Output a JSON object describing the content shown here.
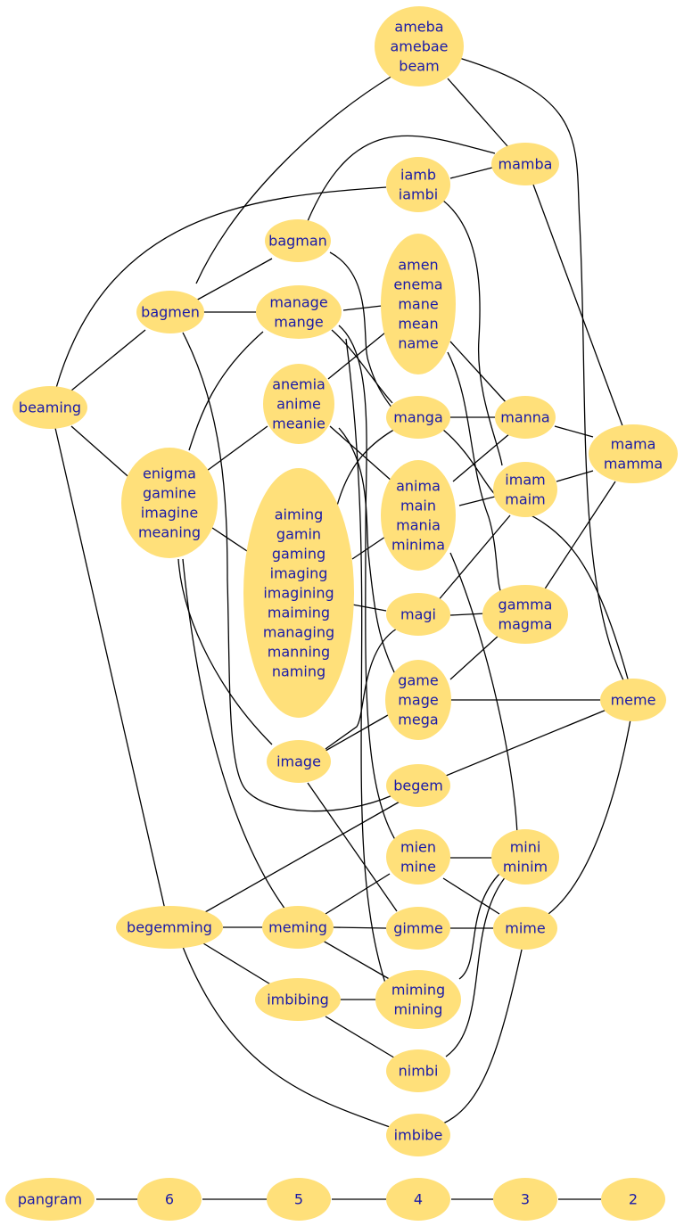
{
  "diagram": {
    "node_color": "#ffe07a",
    "text_color": "#1a1aa8",
    "edge_color": "#000000",
    "nodes": {
      "ameba": [
        "ameba",
        "amebae",
        "beam"
      ],
      "mamba": [
        "mamba"
      ],
      "iamb": [
        "iamb",
        "iambi"
      ],
      "bagman": [
        "bagman"
      ],
      "amen": [
        "amen",
        "enema",
        "mane",
        "mean",
        "name"
      ],
      "bagmen": [
        "bagmen"
      ],
      "manage": [
        "manage",
        "mange"
      ],
      "beaming": [
        "beaming"
      ],
      "anemia": [
        "anemia",
        "anime",
        "meanie"
      ],
      "manga": [
        "manga"
      ],
      "manna": [
        "manna"
      ],
      "mama": [
        "mama",
        "mamma"
      ],
      "enigma": [
        "enigma",
        "gamine",
        "imagine",
        "meaning"
      ],
      "aiming": [
        "aiming",
        "gamin",
        "gaming",
        "imaging",
        "imagining",
        "maiming",
        "managing",
        "manning",
        "naming"
      ],
      "anima": [
        "anima",
        "main",
        "mania",
        "minima"
      ],
      "imam": [
        "imam",
        "maim"
      ],
      "magi": [
        "magi"
      ],
      "gamma": [
        "gamma",
        "magma"
      ],
      "game": [
        "game",
        "mage",
        "mega"
      ],
      "meme": [
        "meme"
      ],
      "image": [
        "image"
      ],
      "begem": [
        "begem"
      ],
      "mien": [
        "mien",
        "mine"
      ],
      "mini": [
        "mini",
        "minim"
      ],
      "begemming": [
        "begemming"
      ],
      "meming": [
        "meming"
      ],
      "gimme": [
        "gimme"
      ],
      "mime": [
        "mime"
      ],
      "imbibing": [
        "imbibing"
      ],
      "miming": [
        "miming",
        "mining"
      ],
      "nimbi": [
        "nimbi"
      ],
      "imbibe": [
        "imbibe"
      ]
    },
    "legend": [
      "pangram",
      "6",
      "5",
      "4",
      "3",
      "2"
    ]
  }
}
